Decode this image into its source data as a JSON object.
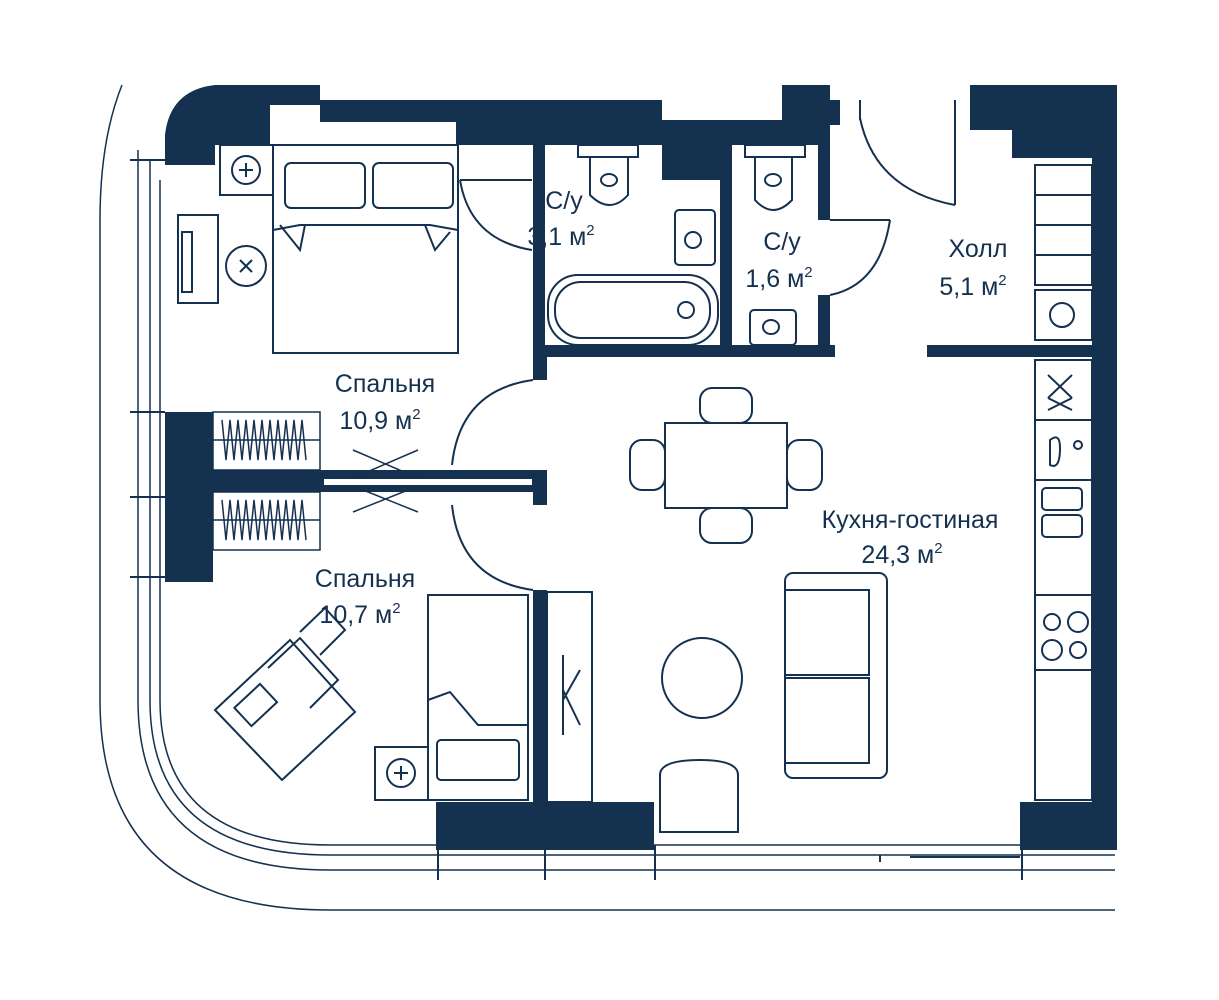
{
  "colors": {
    "wall": "#14314f",
    "line": "#14314f",
    "background": "#ffffff"
  },
  "rooms": [
    {
      "id": "bedroom-1",
      "name": "Спальня",
      "area": "10,9 м",
      "unit_sup": "2"
    },
    {
      "id": "bedroom-2",
      "name": "Спальня",
      "area": "10,7 м",
      "unit_sup": "2"
    },
    {
      "id": "bathroom-1",
      "name": "С/у",
      "area": "3,1 м",
      "unit_sup": "2"
    },
    {
      "id": "bathroom-2",
      "name": "С/у",
      "area": "1,6 м",
      "unit_sup": "2"
    },
    {
      "id": "hall",
      "name": "Холл",
      "area": "5,1 м",
      "unit_sup": "2"
    },
    {
      "id": "kitchen-living",
      "name": "Кухня-гостиная",
      "area": "24,3 м",
      "unit_sup": "2"
    }
  ]
}
